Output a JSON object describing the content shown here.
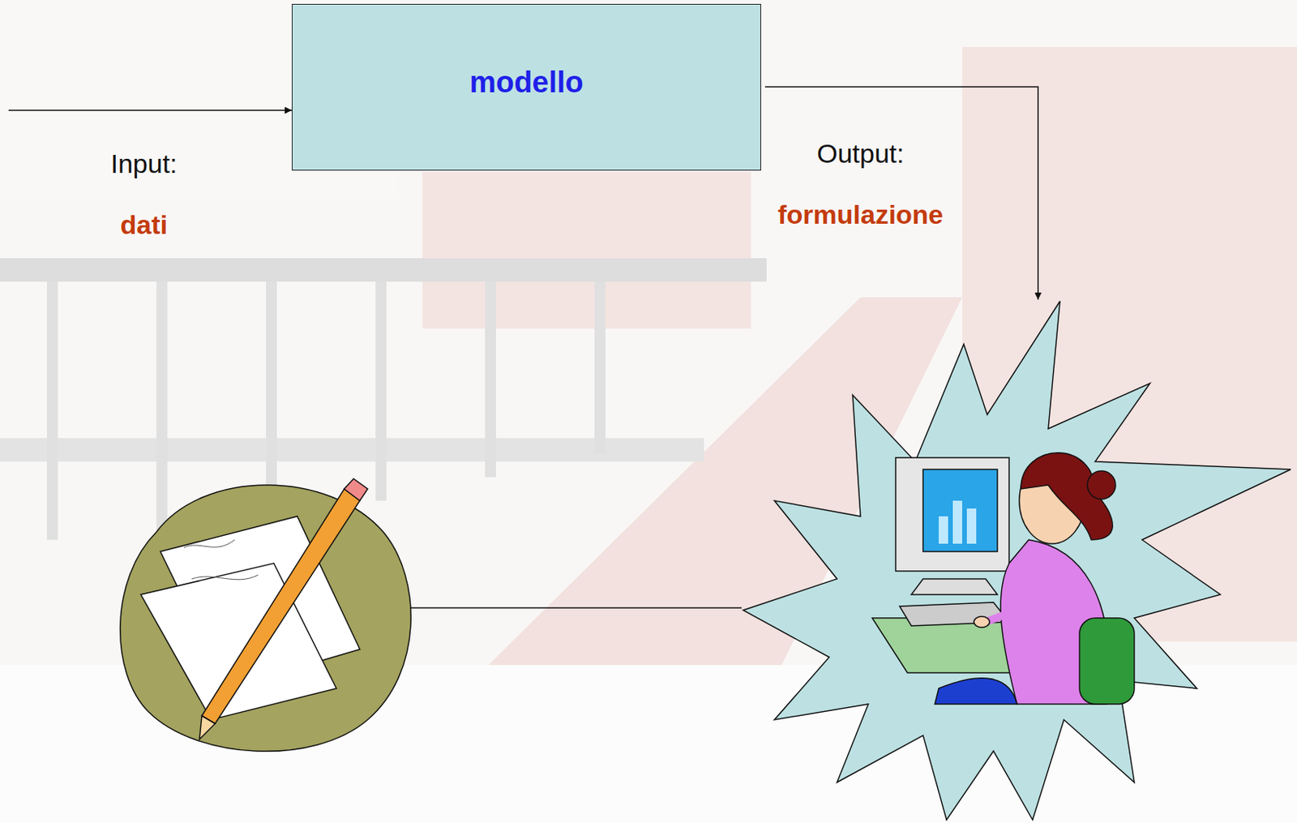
{
  "diagram": {
    "nodes": [
      {
        "text": [
          "modello"
        ]
      }
    ],
    "labels": [
      "Input:",
      "dati",
      "Output:",
      "formulazione"
    ]
  }
}
